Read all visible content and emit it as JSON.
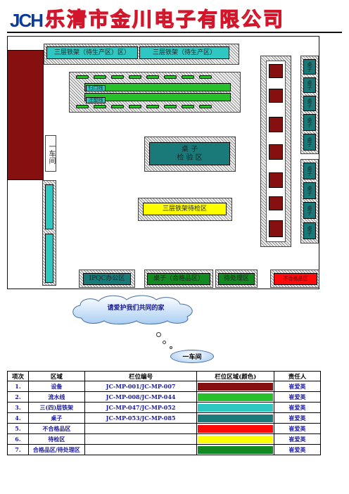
{
  "header": {
    "logo": "JCH",
    "company_name": "乐清市金川电子有限公司"
  },
  "plan": {
    "shelf_top_left": "三层铁架（待生产区）区）",
    "shelf_top_right": "三层铁架（待生产区）",
    "workshop_side_label": "一车间",
    "line_label_1": "归口线",
    "line_label_2": "注塑线",
    "inspection_area": "桌 子\n检 验 区",
    "shelf_pending": "三层铁架待检区",
    "ipqc_office": "IPQC办公区",
    "qualified_area": "桌子（合格品区）",
    "pending_area": "待处理区",
    "nonconforming_area": "不合格品区",
    "desk_label": "桌子"
  },
  "bubble": {
    "message": "请爱护我们共同的家",
    "workshop": "一车间"
  },
  "legend": {
    "headers": [
      "项次",
      "区域",
      "栏位编号",
      "栏位区域(颜色)",
      "责任人"
    ],
    "rows": [
      {
        "no": "1.",
        "area": "设备",
        "code": "JC-MP-001/JC-MP-007",
        "color": "#861010",
        "owner": "崔爱英"
      },
      {
        "no": "2.",
        "area": "流水线",
        "code": "JC-MP-008/JC-MP-044",
        "color": "#28c02a",
        "owner": "崔爱英"
      },
      {
        "no": "3.",
        "area": "三(四)层铁架",
        "code": "JC-MP-047/JC-MP-052",
        "color": "#2ec7c2",
        "owner": "崔爱英"
      },
      {
        "no": "4.",
        "area": "桌子",
        "code": "JC-MP-053/JC-MP-085",
        "color": "#1a7a7a",
        "owner": "崔爱英"
      },
      {
        "no": "5.",
        "area": "不合格品区",
        "code": "",
        "color": "#ff0a0a",
        "owner": "崔爱英"
      },
      {
        "no": "6.",
        "area": "待检区",
        "code": "",
        "color": "#ffff00",
        "owner": "崔爱英"
      },
      {
        "no": "7.",
        "area": "合格品区/待处理区",
        "code": "",
        "color": "#128a21",
        "owner": "崔爱英"
      }
    ]
  }
}
